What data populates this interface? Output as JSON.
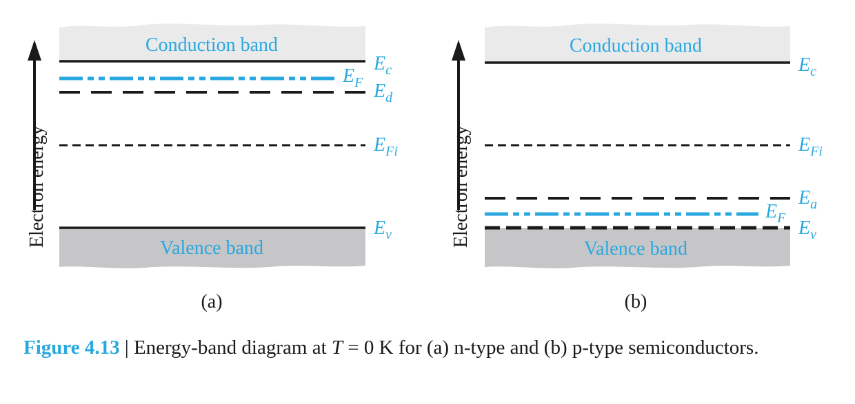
{
  "colors": {
    "accent": "#29a8e0",
    "conduction_fill": "#eaeaea",
    "valence_fill": "#c6c6c8",
    "line": "#1a1a1a"
  },
  "axis_label": "Electron energy",
  "panels": [
    {
      "id": "a",
      "label": "(a)",
      "conduction_label": "Conduction band",
      "valence_label": "Valence band",
      "levels": {
        "Ec": {
          "main": "E",
          "sub": "c"
        },
        "EF": {
          "main": "E",
          "sub": "F"
        },
        "Ed": {
          "main": "E",
          "sub": "d"
        },
        "EFi": {
          "main": "E",
          "sub": "Fi"
        },
        "Ev": {
          "main": "E",
          "sub": "v"
        }
      }
    },
    {
      "id": "b",
      "label": "(b)",
      "conduction_label": "Conduction band",
      "valence_label": "Valence band",
      "levels": {
        "Ec": {
          "main": "E",
          "sub": "c"
        },
        "EFi": {
          "main": "E",
          "sub": "Fi"
        },
        "Ea": {
          "main": "E",
          "sub": "a"
        },
        "EF": {
          "main": "E",
          "sub": "F"
        },
        "Ev": {
          "main": "E",
          "sub": "v"
        }
      }
    }
  ],
  "caption": {
    "number": "Figure 4.13",
    "separator": " | ",
    "text_before_T": "Energy-band diagram at ",
    "T": "T",
    "text_after_T": " = 0 K for (a) n-type and (b) p-type semiconductors."
  }
}
